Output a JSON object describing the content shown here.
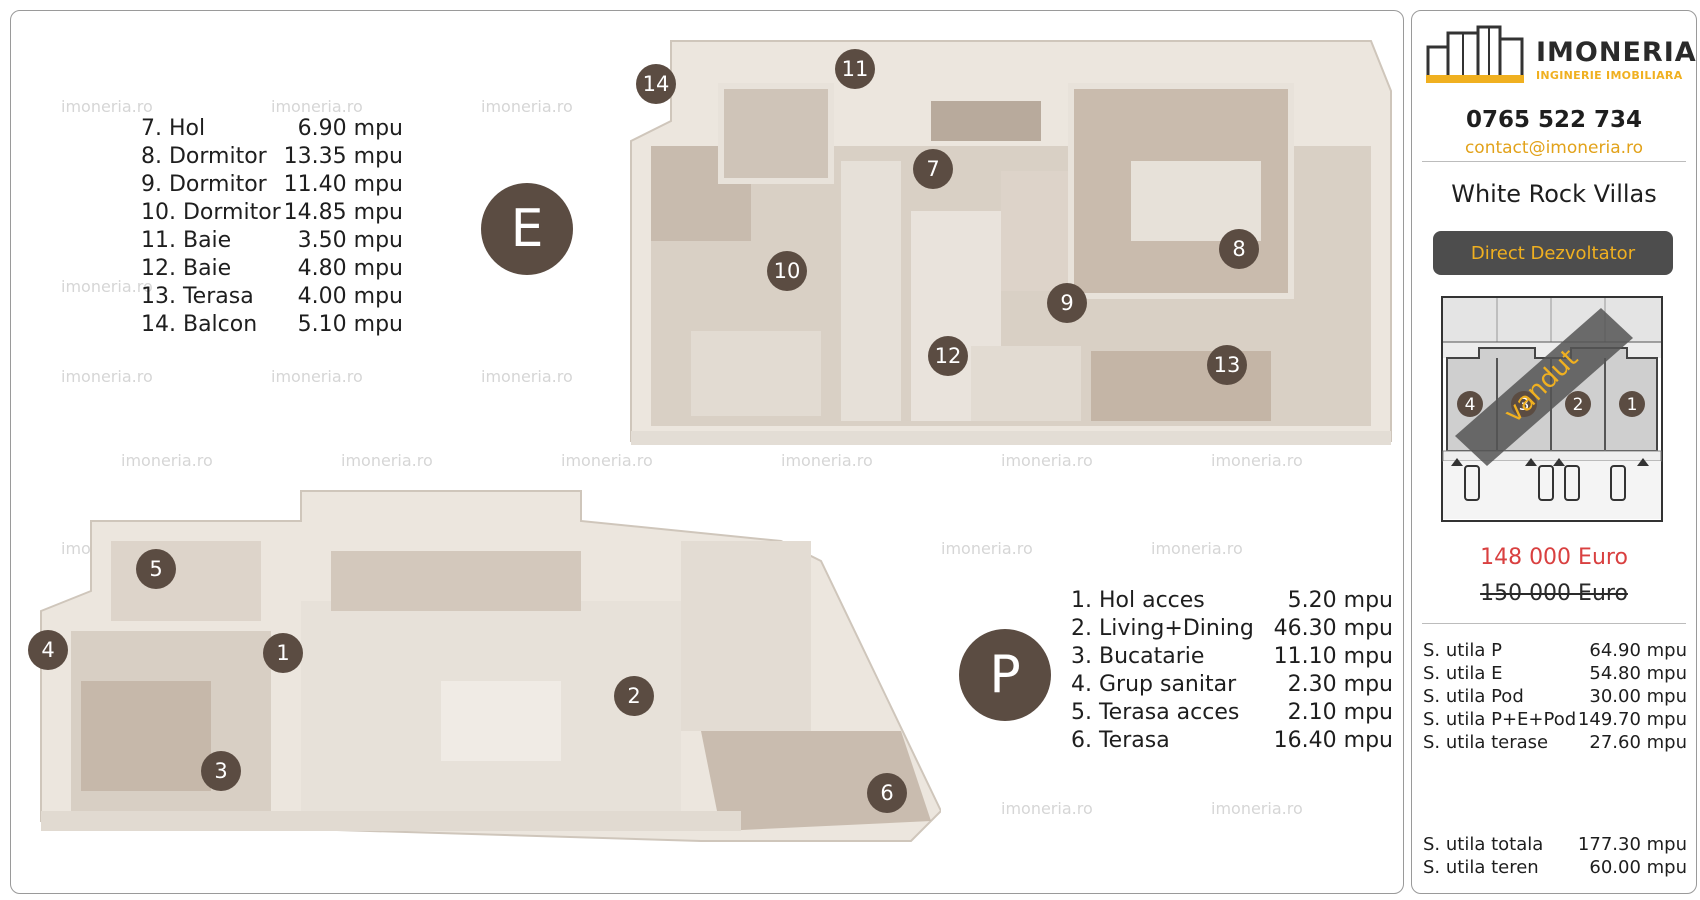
{
  "watermark": "imoneria.ro",
  "upper_floor": {
    "label": "E",
    "rooms": [
      {
        "name": "7. Hol",
        "area": "6.90 mpu"
      },
      {
        "name": "8. Dormitor",
        "area": "13.35 mpu"
      },
      {
        "name": "9. Dormitor",
        "area": "11.40 mpu"
      },
      {
        "name": "10. Dormitor",
        "area": "14.85 mpu"
      },
      {
        "name": "11. Baie",
        "area": "3.50 mpu"
      },
      {
        "name": "12. Baie",
        "area": "4.80 mpu"
      },
      {
        "name": "13. Terasa",
        "area": "4.00 mpu"
      },
      {
        "name": "14. Balcon",
        "area": "5.10 mpu"
      }
    ],
    "markers": [
      "7",
      "8",
      "9",
      "10",
      "11",
      "12",
      "13",
      "14"
    ]
  },
  "ground_floor": {
    "label": "P",
    "rooms": [
      {
        "name": "1. Hol acces",
        "area": "5.20 mpu"
      },
      {
        "name": "2. Living+Dining",
        "area": "46.30 mpu"
      },
      {
        "name": "3. Bucatarie",
        "area": "11.10 mpu"
      },
      {
        "name": "4. Grup sanitar",
        "area": "2.30 mpu"
      },
      {
        "name": "5. Terasa acces",
        "area": "2.10 mpu"
      },
      {
        "name": "6. Terasa",
        "area": "16.40 mpu"
      }
    ],
    "markers": [
      "1",
      "2",
      "3",
      "4",
      "5",
      "6"
    ]
  },
  "sidebar": {
    "brand": "IMONERIA",
    "tagline": "INGINERIE IMOBILIARA",
    "phone": "0765 522 734",
    "email": "contact@imoneria.ro",
    "project": "White Rock Villas",
    "developer": "Direct Dezvoltator",
    "site_plan": {
      "units": [
        "4",
        "3",
        "2",
        "1"
      ],
      "status": "vandut"
    },
    "price": "148 000 Euro",
    "old_price": "150 000 Euro",
    "areas": [
      {
        "name": "S. utila P",
        "value": "64.90 mpu"
      },
      {
        "name": "S. utila E",
        "value": "54.80 mpu"
      },
      {
        "name": "S. utila Pod",
        "value": "30.00 mpu"
      },
      {
        "name": "S. utila P+E+Pod",
        "value": "149.70 mpu"
      },
      {
        "name": "S. utila terase",
        "value": "27.60 mpu"
      }
    ],
    "totals": [
      {
        "name": "S. utila totala",
        "value": "177.30 mpu"
      },
      {
        "name": "S. utila teren",
        "value": "60.00 mpu"
      }
    ]
  },
  "colors": {
    "badge": "#5b4c42",
    "accent": "#f0b020",
    "price": "#d94040",
    "plan_wall": "#ece6de",
    "plan_floor": "#d8cfc4"
  }
}
